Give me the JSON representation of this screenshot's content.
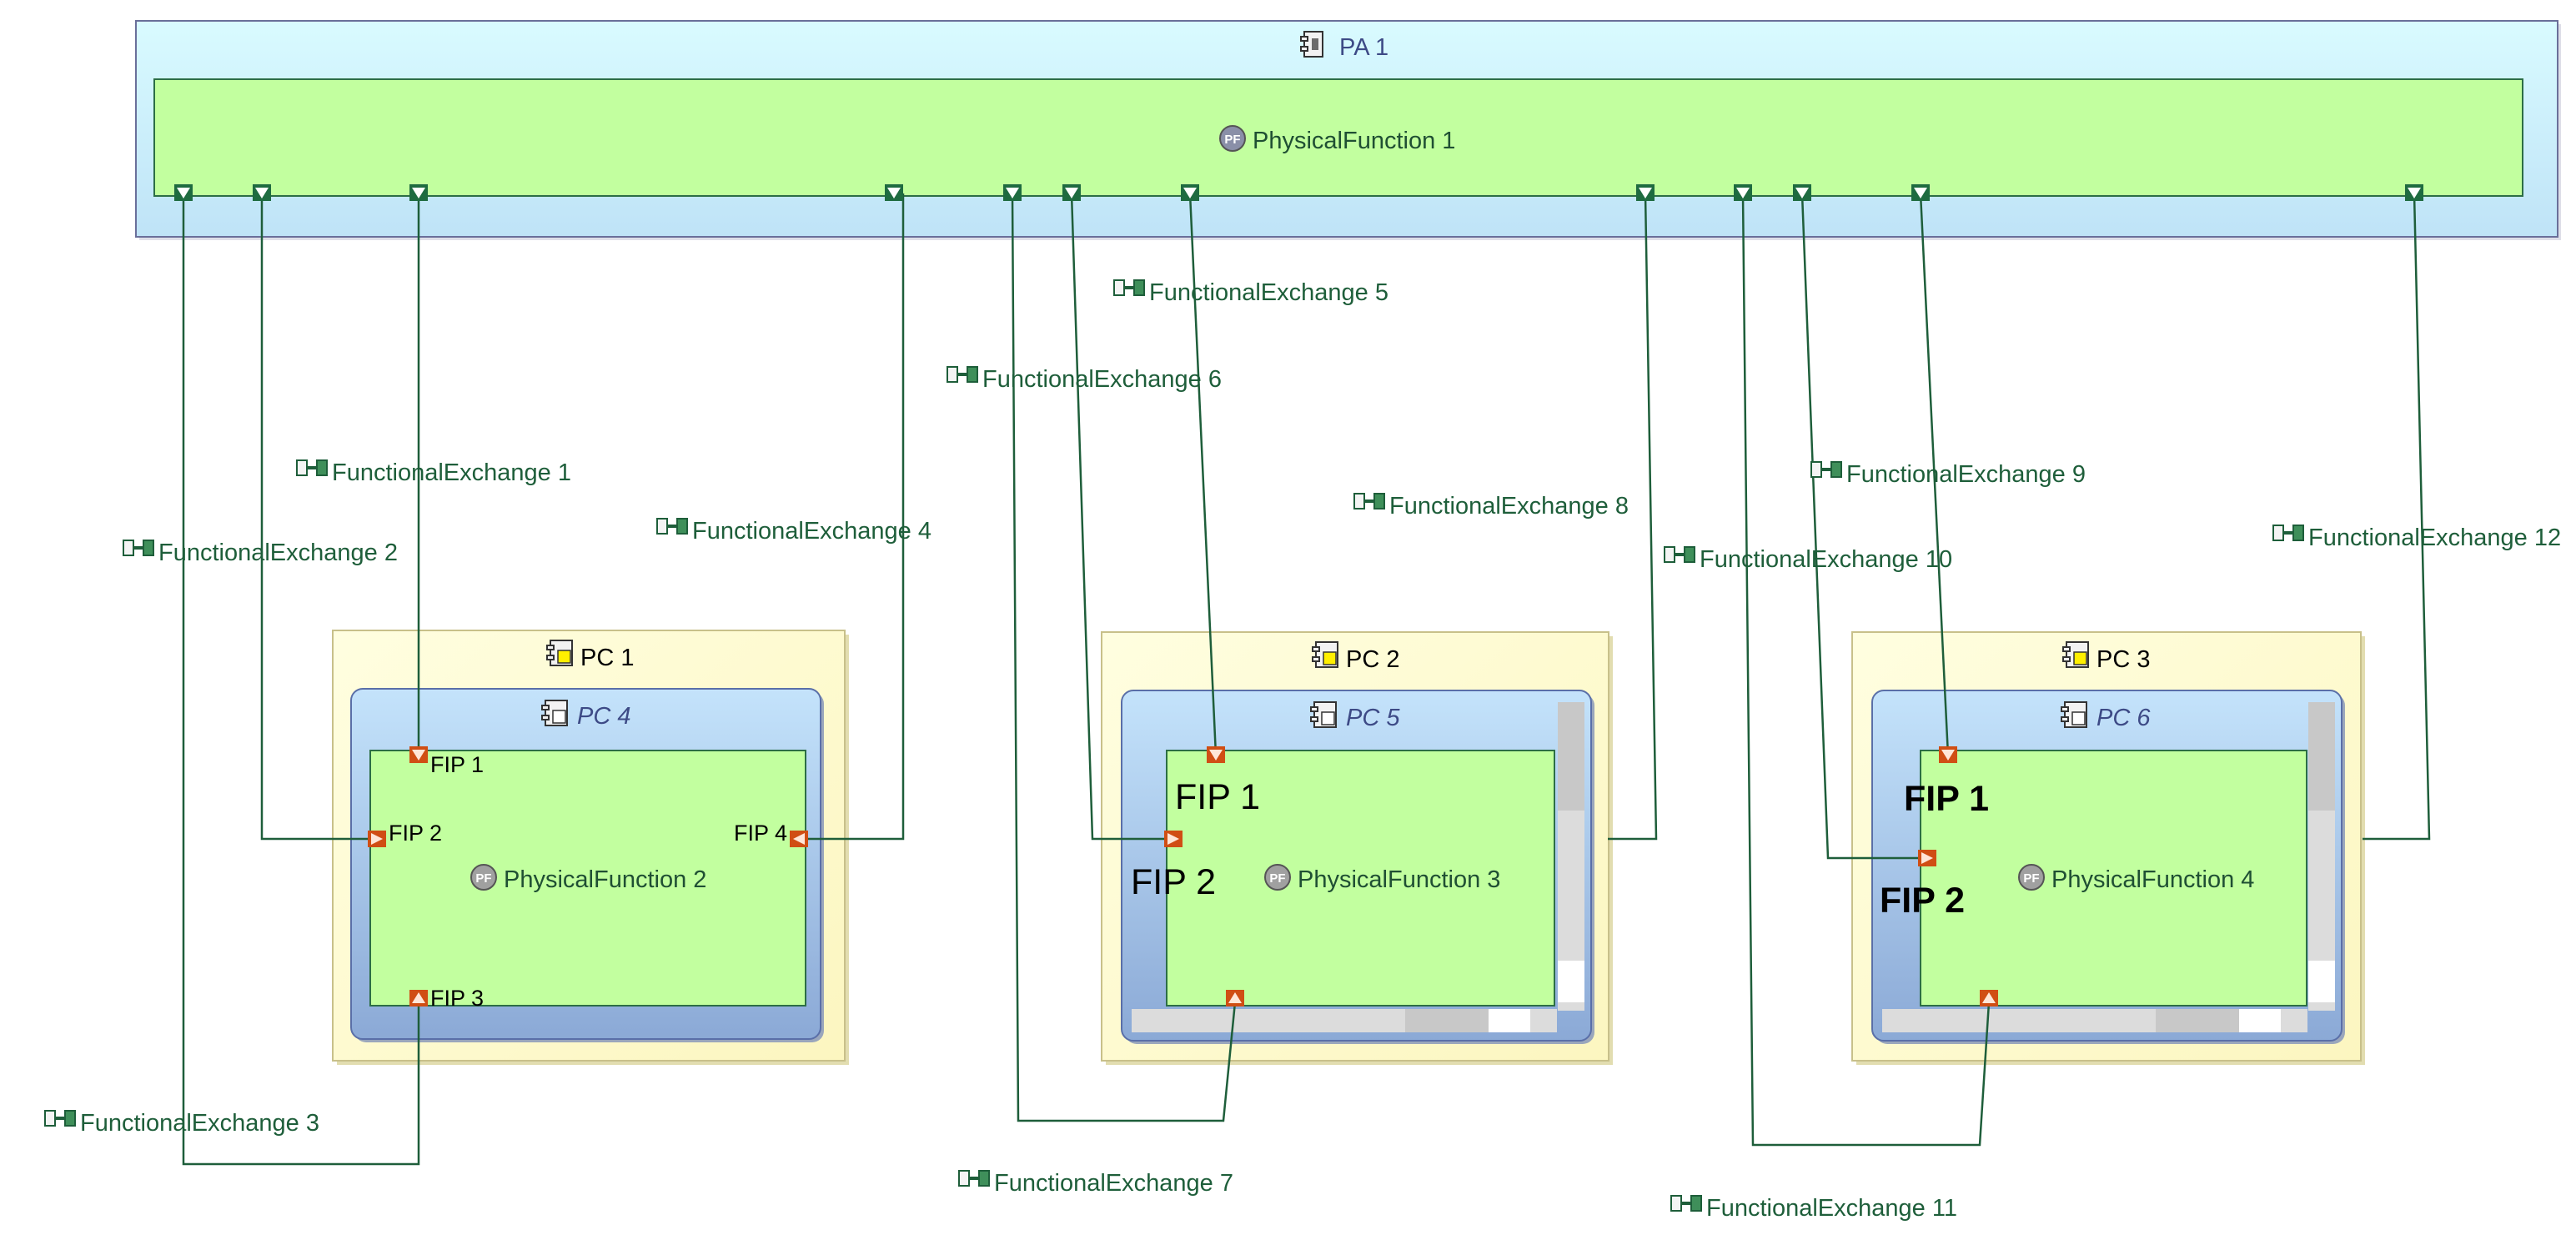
{
  "diagram": {
    "pa": {
      "name": "PA 1",
      "icon": "physical-actor-icon"
    },
    "functions": {
      "pf1": {
        "name": "PhysicalFunction 1",
        "icon": "physical-function-icon"
      },
      "pf2": {
        "name": "PhysicalFunction 2",
        "icon": "physical-function-icon"
      },
      "pf3": {
        "name": "PhysicalFunction 3",
        "icon": "physical-function-icon"
      },
      "pf4": {
        "name": "PhysicalFunction 4",
        "icon": "physical-function-icon"
      }
    },
    "components": {
      "pc1": {
        "name": "PC 1",
        "icon": "node-component-icon"
      },
      "pc2": {
        "name": "PC 2",
        "icon": "node-component-icon"
      },
      "pc3": {
        "name": "PC 3",
        "icon": "node-component-icon"
      },
      "pc4": {
        "name": "PC 4",
        "icon": "behavior-component-icon"
      },
      "pc5": {
        "name": "PC 5",
        "icon": "behavior-component-icon"
      },
      "pc6": {
        "name": "PC 6",
        "icon": "behavior-component-icon"
      }
    },
    "ports": {
      "pf2_fip1": "FIP 1",
      "pf2_fip2": "FIP 2",
      "pf2_fip3": "FIP 3",
      "pf2_fip4": "FIP 4",
      "pf3_fip1": "FIP 1",
      "pf3_fip2": "FIP 2",
      "pf4_fip1": "FIP 1",
      "pf4_fip2": "FIP 2"
    },
    "exchanges": {
      "fe1": "FunctionalExchange 1",
      "fe2": "FunctionalExchange 2",
      "fe3": "FunctionalExchange 3",
      "fe4": "FunctionalExchange 4",
      "fe5": "FunctionalExchange 5",
      "fe6": "FunctionalExchange 6",
      "fe7": "FunctionalExchange 7",
      "fe8": "FunctionalExchange 8",
      "fe9": "FunctionalExchange 9",
      "fe10": "FunctionalExchange 10",
      "fe11": "FunctionalExchange 11",
      "fe12": "FunctionalExchange 12"
    },
    "exchange_icon": "functional-exchange-icon",
    "colors": {
      "exchange_line": "#1e5e3a",
      "function_fill": "#c2ff9f",
      "actor_fill": "#d2f6fc",
      "component_fill": "#fffdcc",
      "behavior_fill": "#a9c8ec",
      "port_fill": "#d04e14"
    }
  }
}
